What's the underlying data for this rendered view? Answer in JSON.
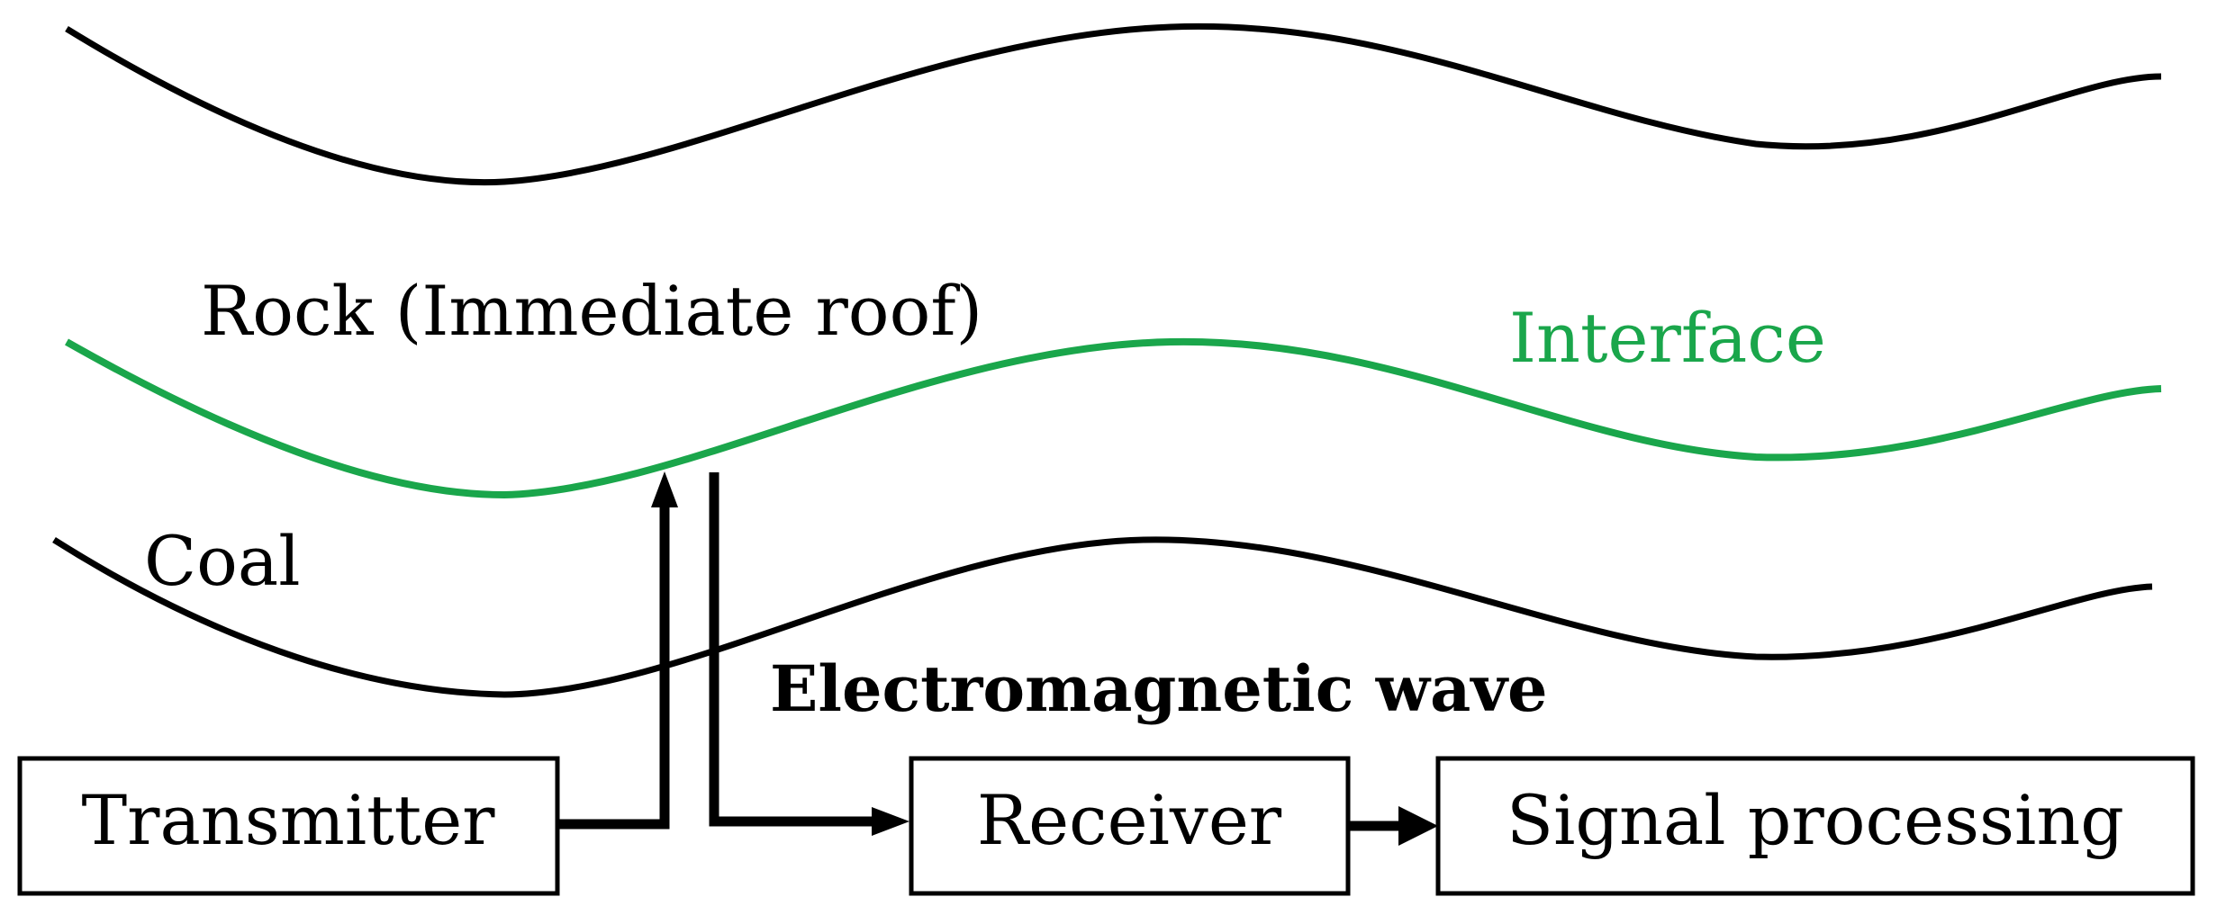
{
  "labels": {
    "rock": "Rock (Immediate roof)",
    "interface": "Interface",
    "coal": "Coal",
    "em_wave": "Electromagnetic wave"
  },
  "boxes": {
    "transmitter": "Transmitter",
    "receiver": "Receiver",
    "signal_processing": "Signal processing"
  },
  "colors": {
    "interface": "#1aa64b",
    "line": "#000000"
  }
}
